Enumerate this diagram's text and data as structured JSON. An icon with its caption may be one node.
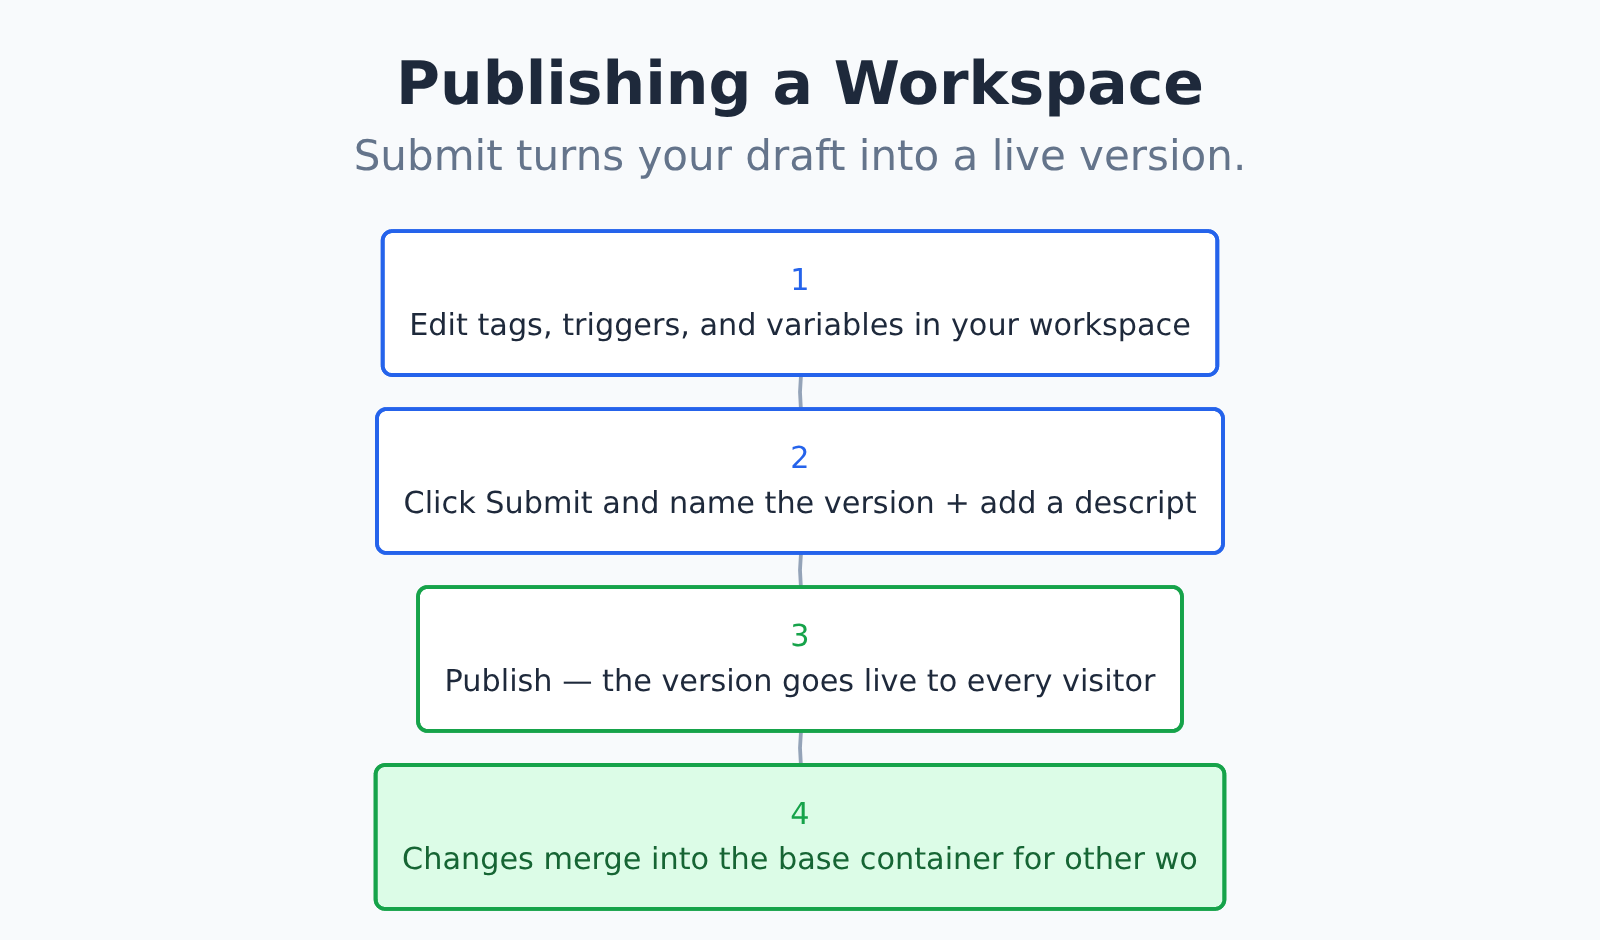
{
  "diagram": {
    "title": "Publishing a Workspace",
    "nodes": [
      {
        "text": [
          "1",
          "Edit tags, triggers, and variables in your workspace"
        ]
      },
      {
        "text": [
          "2",
          "Click Submit and name the version + add a descript"
        ]
      },
      {
        "text": [
          "3",
          "Publish — the version goes live to every visitor"
        ]
      },
      {
        "text": [
          "4",
          "Changes merge into the base container for other wo"
        ]
      }
    ],
    "edges": [
      {
        "from": 0,
        "to": 1,
        "arrow": "none"
      },
      {
        "from": 1,
        "to": 2,
        "arrow": "none"
      },
      {
        "from": 2,
        "to": 3,
        "arrow": "none"
      }
    ],
    "labels": [
      "Submit turns your draft into a live version."
    ]
  }
}
